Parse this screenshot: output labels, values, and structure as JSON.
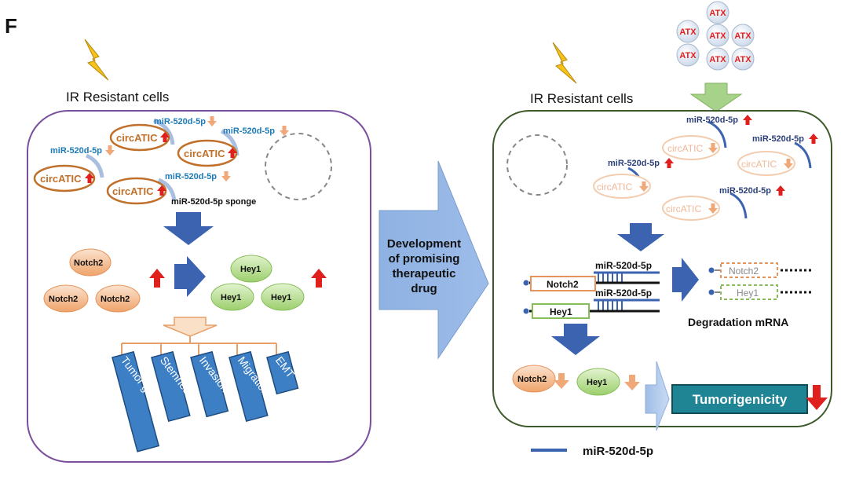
{
  "panel_letter": "F",
  "left": {
    "title": "IR Resistant cells",
    "circ_label": "circATIC",
    "mir_label": "miR-520d-5p",
    "sponge_label": "miR-520d-5p sponge",
    "notch_label": "Notch2",
    "hey_label": "Hey1",
    "outcomes": [
      "Tumor growth",
      "Stemness",
      "Invasion",
      "Migration",
      "EMT"
    ]
  },
  "center": {
    "line1": "Development",
    "line2": "of promising",
    "line3": "therapeutic",
    "line4": "drug"
  },
  "right": {
    "title": "IR Resistant cells",
    "drug_label": "ATX",
    "circ_label": "circATIC",
    "mir_label": "miR-520d-5p",
    "notch_label": "Notch2",
    "hey_label": "Hey1",
    "degradation_label": "Degradation mRNA",
    "tumor_label": "Tumorigenicity"
  },
  "legend": {
    "label": "miR-520d-5p"
  },
  "colors": {
    "left_border": "#7a4f9e",
    "right_border": "#3d5a2a",
    "circ": "#c0702a",
    "mir_text": "#1d7ab8",
    "arc": "#a9bfe0",
    "dark_arrow": "#3b63b0",
    "red": "#e0201c",
    "tumor_box": "#1f8494"
  }
}
